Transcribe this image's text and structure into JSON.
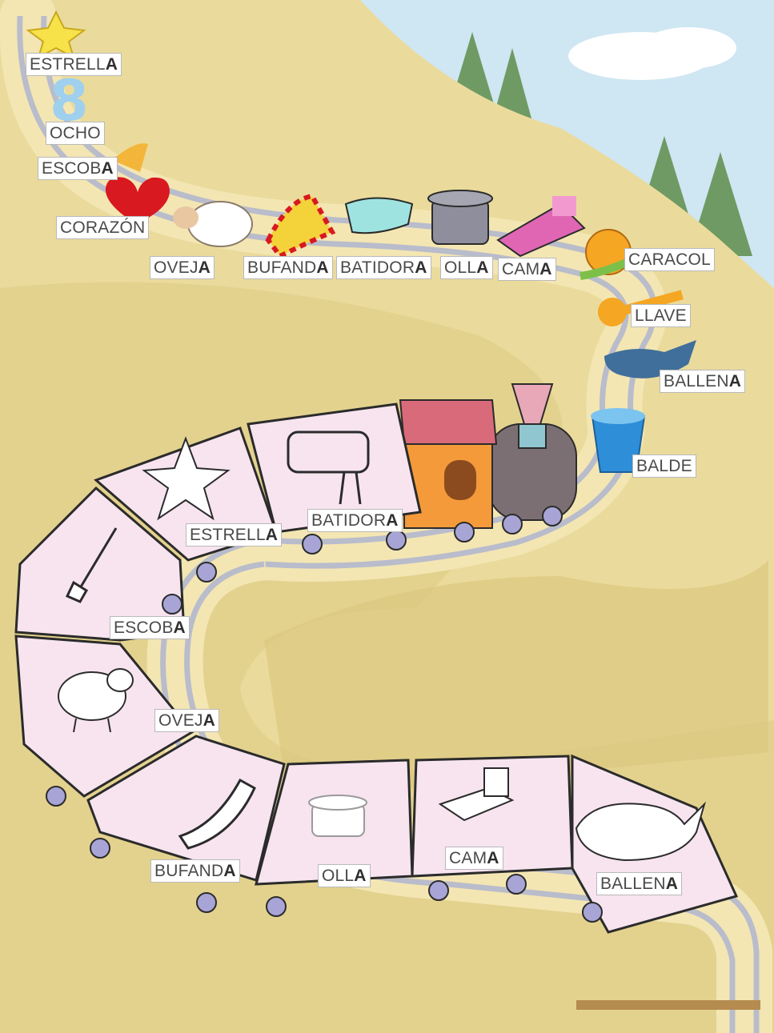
{
  "top_labels": [
    {
      "base": "ESTRELL",
      "last": "A"
    },
    {
      "base": "OCHO",
      "last": ""
    },
    {
      "base": "ESCOB",
      "last": "A"
    },
    {
      "base": "CORAZÓN",
      "last": ""
    },
    {
      "base": "OVEJ",
      "last": "A"
    },
    {
      "base": "BUFAND",
      "last": "A"
    },
    {
      "base": "BATIDOR",
      "last": "A"
    },
    {
      "base": "OLL",
      "last": "A"
    },
    {
      "base": "CAM",
      "last": "A"
    },
    {
      "base": "CARACOL",
      "last": ""
    },
    {
      "base": "LLAVE",
      "last": ""
    },
    {
      "base": "BALLEN",
      "last": "A"
    },
    {
      "base": "BALDE",
      "last": ""
    }
  ],
  "wagon_labels": [
    {
      "base": "BATIDOR",
      "last": "A"
    },
    {
      "base": "ESTRELL",
      "last": "A"
    },
    {
      "base": "ESCOB",
      "last": "A"
    },
    {
      "base": "OVEJ",
      "last": "A"
    },
    {
      "base": "BUFAND",
      "last": "A"
    },
    {
      "base": "OLL",
      "last": "A"
    },
    {
      "base": "CAM",
      "last": "A"
    },
    {
      "base": "BALLEN",
      "last": "A"
    }
  ],
  "number_glyph": "8",
  "icons": [
    "star-icon",
    "number-eight-icon",
    "broom-icon",
    "heart-icon",
    "sheep-icon",
    "scarf-icon",
    "mixer-icon",
    "pot-icon",
    "bed-icon",
    "snail-icon",
    "key-icon",
    "whale-icon",
    "bucket-icon",
    "train-engine-icon"
  ],
  "colors": {
    "sky": "#cfe6f3",
    "hill": "#eadb9c",
    "path": "#f3e6b3",
    "rail": "#b9bccb",
    "wagon": "#f7e4ef",
    "wagon_side": "#f2bcd8",
    "outline": "#2b2b2b",
    "engine_cab": "#f49a3a",
    "engine_roof": "#d96a7a",
    "boiler": "#7c6f73",
    "wheel": "#a8a5d6"
  }
}
